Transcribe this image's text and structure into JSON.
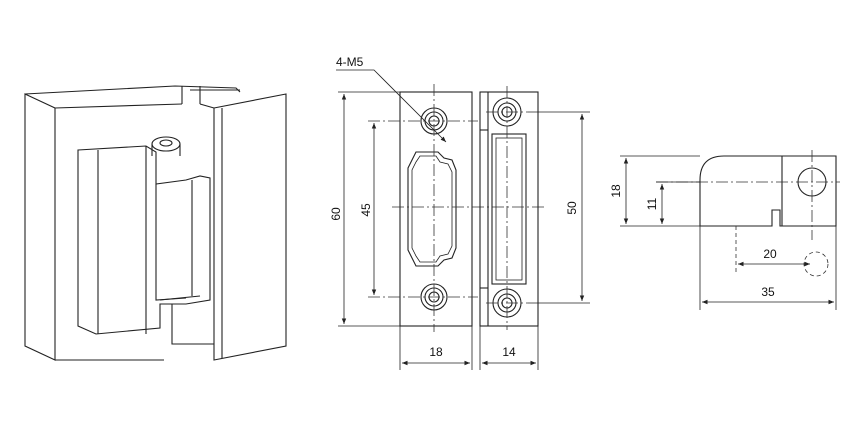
{
  "callouts": {
    "thread": "4-M5"
  },
  "front_view": {
    "height": "60",
    "hole_pitch": "45",
    "width": "18"
  },
  "side_view": {
    "hole_pitch": "50",
    "width": "14"
  },
  "end_view": {
    "height": "18",
    "pin_height": "11",
    "pin_offset": "20",
    "length": "35"
  }
}
